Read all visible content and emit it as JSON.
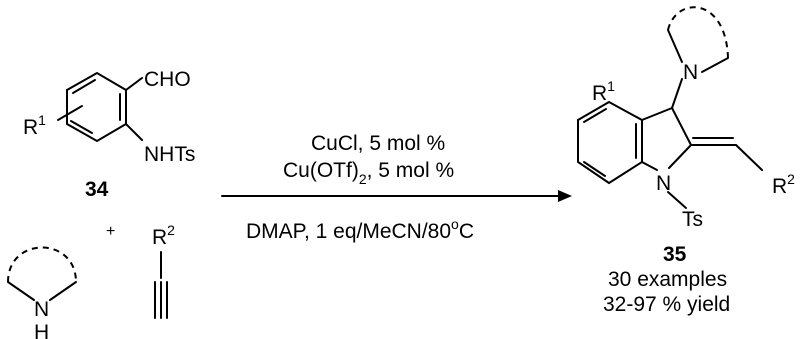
{
  "reactant_34": {
    "aldehyde": "CHO",
    "amide": "NHTs",
    "substituent": "R",
    "substituent_sup": "1",
    "number": "34"
  },
  "plus": "+",
  "alkyne": {
    "substituent": "R",
    "substituent_sup": "2"
  },
  "amine": {
    "atom": "N",
    "hydrogen": "H"
  },
  "conditions": {
    "line1": "CuCl, 5 mol %",
    "line2_prefix": "Cu(OTf)",
    "line2_sub": "2",
    "line2_suffix": ", 5 mol %",
    "line3_prefix": "DMAP, 1 eq/MeCN/80",
    "line3_sup": "o",
    "line3_suffix": "C"
  },
  "product_35": {
    "amine_atom": "N",
    "ring_atom": "N",
    "ts": "Ts",
    "r1": "R",
    "r1_sup": "1",
    "r2": "R",
    "r2_sup": "2",
    "number": "35",
    "examples": "30 examples",
    "yield": "32-97 % yield"
  }
}
